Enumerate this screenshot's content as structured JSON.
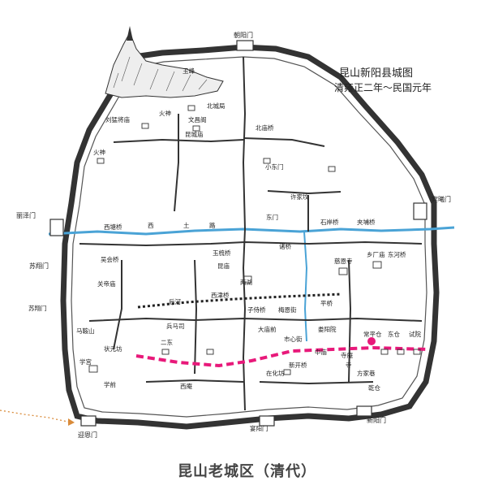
{
  "title": "昆山新阳县城图",
  "subtitle": "清雍正二年～民国元年",
  "caption": "昆山老城区（清代）",
  "colors": {
    "highlight": "#e8197a",
    "river": "#4aa3d6",
    "ink": "#222222"
  },
  "gates": [
    "朝阳门",
    "宾曦门",
    "丽泽门",
    "迎恩门",
    "新阳门",
    "苏翔门"
  ],
  "labels": {
    "north_west": [
      "刘猛将庙",
      "火神",
      "文昌阁",
      "昆城庙",
      "玉峰",
      "火神"
    ],
    "center_north": [
      "北城局",
      "北庙桥",
      "小东门",
      "许家坟",
      "东门"
    ],
    "river_labels": [
      "西塘桥",
      "西",
      "土",
      "路",
      "夹埔桥",
      "石岸桥"
    ],
    "middle": [
      "吴会桥",
      "玉梳桥",
      "昆庙",
      "两湖",
      "后河",
      "西津桥",
      "子侍桥",
      "梅恩街",
      "慈恩寺",
      "乡厂庙",
      "诸桥",
      "平桥",
      "兵马司"
    ],
    "west": [
      "苏翔门",
      "关帝庙",
      "学宫",
      "马鞍山",
      "状元坊"
    ],
    "south": [
      "学前",
      "二东",
      "大庙前",
      "市心街",
      "新开桥",
      "方家巷",
      "中庙",
      "西庵",
      "在化坊"
    ],
    "east": [
      "东河桥",
      "寺庵",
      "寺",
      "常平仓",
      "东仓",
      "试院",
      "乾仓",
      "娄阳院",
      "宴阳门"
    ]
  }
}
